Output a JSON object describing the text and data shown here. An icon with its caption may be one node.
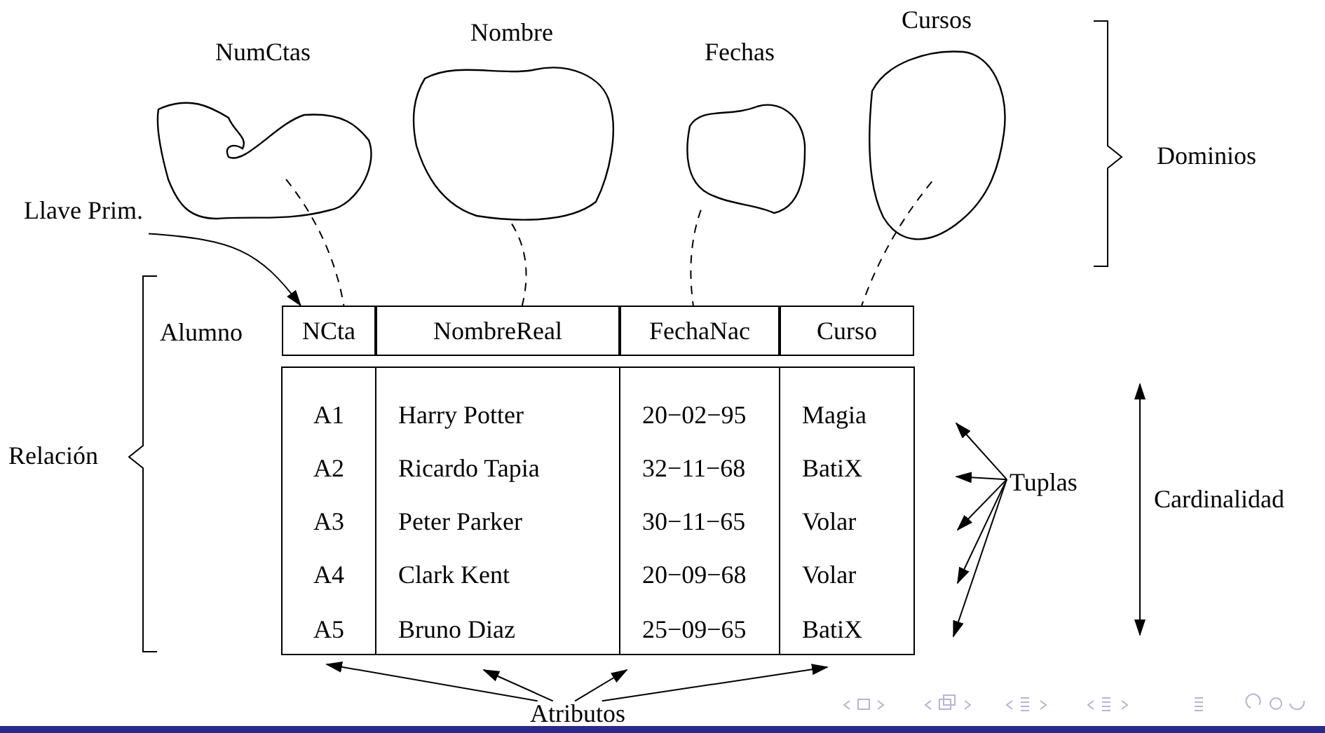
{
  "diagram": {
    "nodes": [
      {
        "text": [
          "NumCtas"
        ]
      },
      {
        "text": [
          "Nombre"
        ]
      },
      {
        "text": [
          "Fechas"
        ]
      },
      {
        "text": [
          "Cursos"
        ]
      },
      {
        "text": [
          "Llave Prim."
        ]
      },
      {
        "text": [
          "NCta"
        ]
      },
      {
        "text": [
          "NombreReal"
        ]
      },
      {
        "text": [
          "FechaNac"
        ]
      },
      {
        "text": [
          "Curso"
        ]
      },
      {
        "text": [
          "Tuplas"
        ]
      },
      {
        "text": [
          "Atributos"
        ]
      }
    ],
    "edges": [
      {
        "from": 4,
        "to": 5,
        "arrow": "to"
      },
      {
        "from": 0,
        "to": 5,
        "arrow": "none",
        "style": "dashed"
      },
      {
        "from": 1,
        "to": 6,
        "arrow": "none",
        "style": "dashed"
      },
      {
        "from": 2,
        "to": 7,
        "arrow": "none",
        "style": "dashed"
      },
      {
        "from": 3,
        "to": 8,
        "arrow": "none",
        "style": "dashed"
      },
      {
        "from": 9,
        "to": null,
        "arrow": "to"
      },
      {
        "from": 9,
        "to": null,
        "arrow": "to"
      },
      {
        "from": 9,
        "to": null,
        "arrow": "to"
      },
      {
        "from": 9,
        "to": null,
        "arrow": "to"
      },
      {
        "from": 9,
        "to": null,
        "arrow": "to"
      },
      {
        "from": 10,
        "to": null,
        "arrow": "to"
      },
      {
        "from": 10,
        "to": null,
        "arrow": "to"
      },
      {
        "from": 10,
        "to": null,
        "arrow": "to"
      },
      {
        "from": 10,
        "to": null,
        "arrow": "to"
      }
    ],
    "labels": [
      "Dominios",
      "Alumno",
      "Relación",
      "A1",
      "Harry Potter",
      "20−02−95",
      "Magia",
      "A2",
      "Ricardo Tapia",
      "32−11−68",
      "BatiX",
      "A3",
      "Peter Parker",
      "30−11−65",
      "Volar",
      "A4",
      "Clark Kent",
      "20−09−68",
      "Volar",
      "A5",
      "Bruno Diaz",
      "25−09−65",
      "BatiX",
      "Cardinalidad"
    ]
  }
}
